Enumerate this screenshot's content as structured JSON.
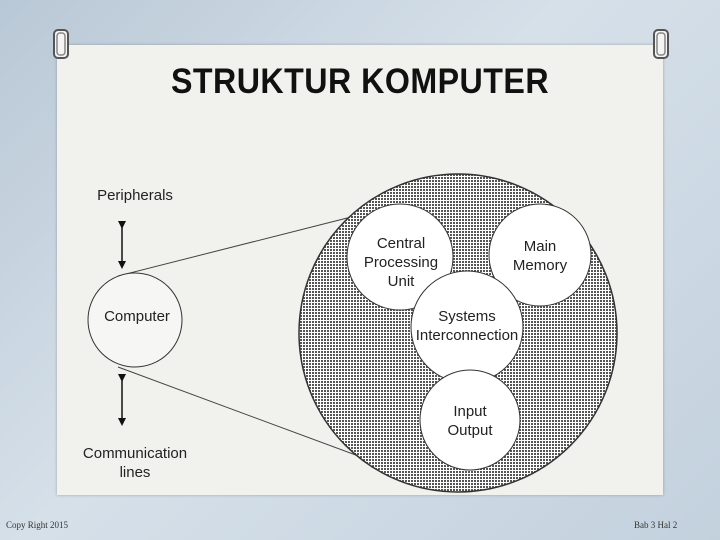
{
  "title": "STRUKTUR KOMPUTER",
  "labels": {
    "peripherals": "Peripherals",
    "computer": "Computer",
    "communication_line1": "Communication",
    "communication_line2": "lines",
    "cpu_line1": "Central",
    "cpu_line2": "Processing",
    "cpu_line3": "Unit",
    "memory_line1": "Main",
    "memory_line2": "Memory",
    "interconnect_line1": "Systems",
    "interconnect_line2": "Interconnection",
    "io_line1": "Input",
    "io_line2": "Output"
  },
  "footer": {
    "left": "Copy Right 2015",
    "right": "Bab 3 Hal 2"
  },
  "colors": {
    "background": "#c6d4e0",
    "slide": "#f1f1ed",
    "hatch": "#555555",
    "ring": "#ffffff"
  }
}
